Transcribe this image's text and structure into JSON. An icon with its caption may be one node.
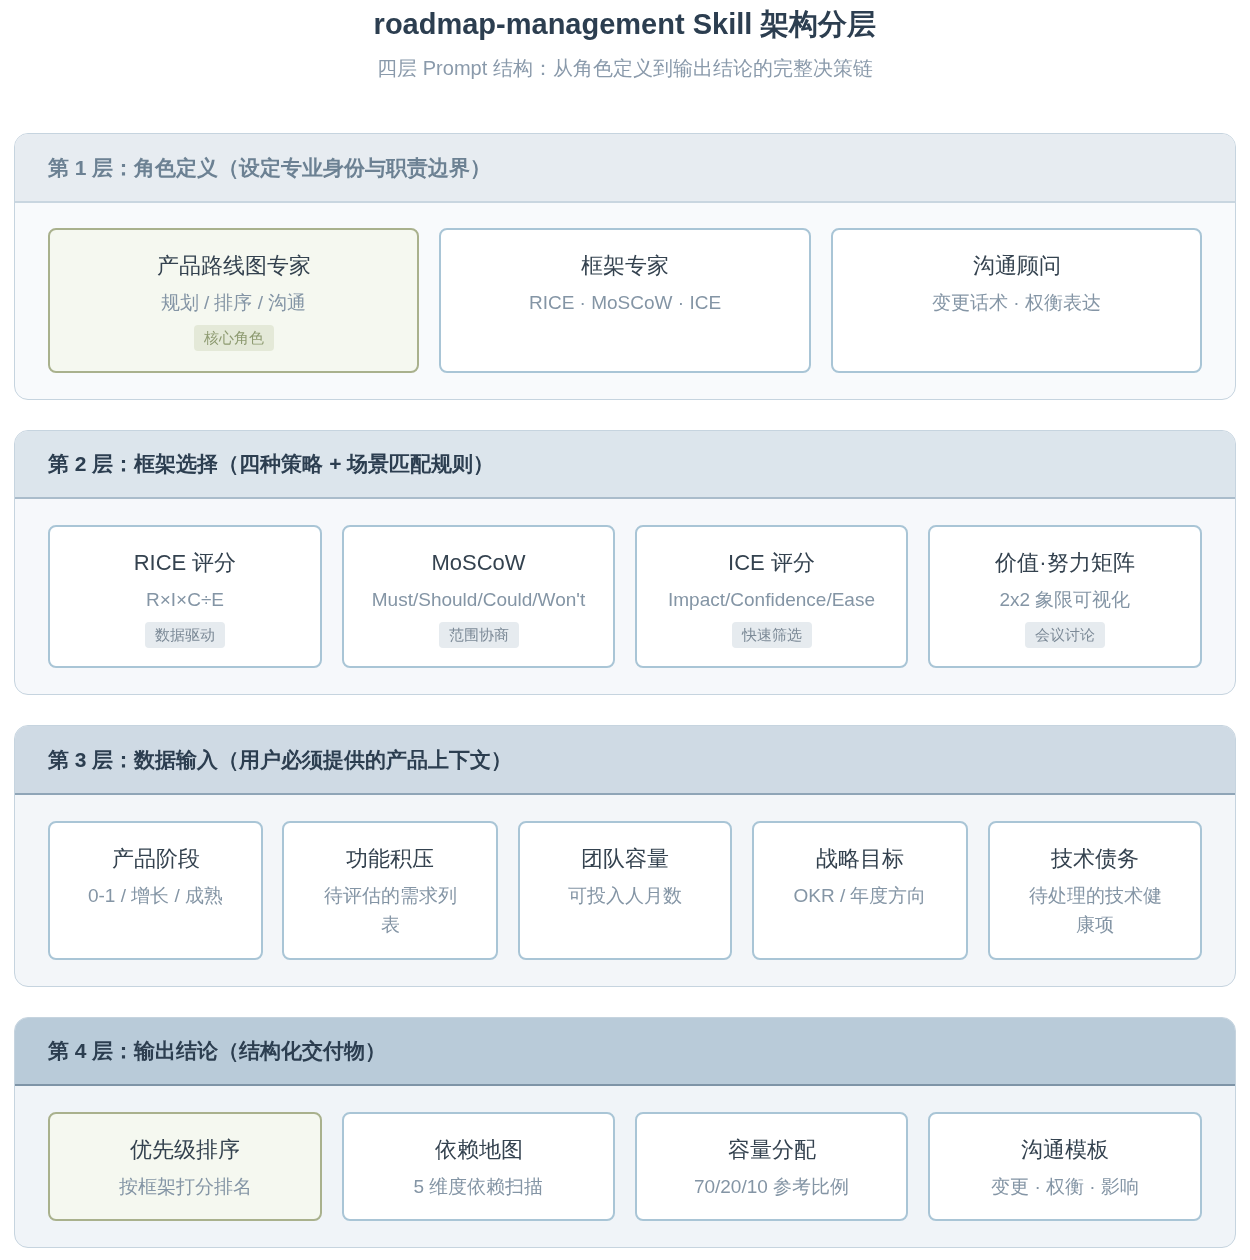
{
  "diagram": {
    "title": "roadmap-management Skill 架构分层",
    "nodes": [
      {
        "text": [
          "第 1 层：角色定义（设定专业身份与职责边界）"
        ]
      },
      {
        "text": [
          "产品路线图专家",
          "规划 / 排序 / 沟通",
          "核心角色"
        ],
        "in": 0
      },
      {
        "text": [
          "框架专家",
          "RICE · MoSCoW · ICE"
        ],
        "in": 0
      },
      {
        "text": [
          "沟通顾问",
          "变更话术 · 权衡表达"
        ],
        "in": 0
      },
      {
        "text": [
          "第 2 层：框架选择（四种策略 + 场景匹配规则）"
        ]
      },
      {
        "text": [
          "RICE 评分",
          "R×I×C÷E",
          "数据驱动"
        ],
        "in": 4
      },
      {
        "text": [
          "MoSCoW",
          "Must/Should/Could/Won't",
          "范围协商"
        ],
        "in": 4
      },
      {
        "text": [
          "ICE 评分",
          "Impact/Confidence/Ease",
          "快速筛选"
        ],
        "in": 4
      },
      {
        "text": [
          "价值·努力矩阵",
          "2x2 象限可视化",
          "会议讨论"
        ],
        "in": 4
      },
      {
        "text": [
          "第 3 层：数据输入（用户必须提供的产品上下文）"
        ]
      },
      {
        "text": [
          "产品阶段",
          "0-1 / 增长 / 成熟"
        ],
        "in": 9
      },
      {
        "text": [
          "功能积压",
          "待评估的需求列表"
        ],
        "in": 9
      },
      {
        "text": [
          "团队容量",
          "可投入人月数"
        ],
        "in": 9
      },
      {
        "text": [
          "战略目标",
          "OKR / 年度方向"
        ],
        "in": 9
      },
      {
        "text": [
          "技术债务",
          "待处理的技术健康项"
        ],
        "in": 9
      },
      {
        "text": [
          "第 4 层：输出结论（结构化交付物）"
        ]
      },
      {
        "text": [
          "优先级排序",
          "按框架打分排名"
        ],
        "in": 15
      },
      {
        "text": [
          "依赖地图",
          "5 维度依赖扫描"
        ],
        "in": 15
      },
      {
        "text": [
          "容量分配",
          "70/20/10 参考比例"
        ],
        "in": 15
      },
      {
        "text": [
          "沟通模板",
          "变更 · 权衡 · 影响"
        ],
        "in": 15
      }
    ],
    "labels": [
      "四层 Prompt 结构：从角色定义到输出结论的完整决策链"
    ]
  }
}
